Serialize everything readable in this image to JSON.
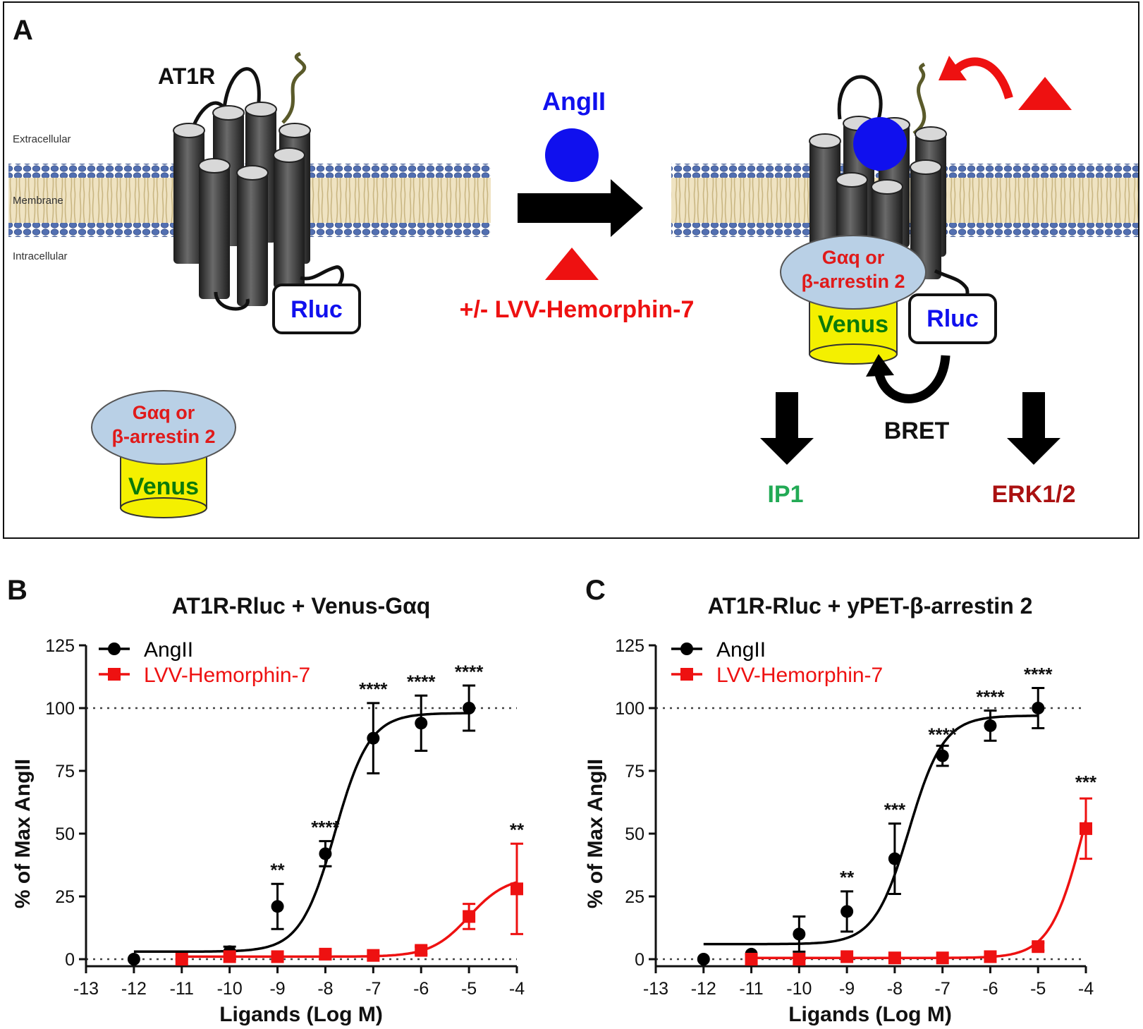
{
  "panel_a": {
    "letter": "A",
    "receptor": "AT1R",
    "extracellular": "Extracellular",
    "membrane": "Membrane",
    "intracellular": "Intracellular",
    "rluc": "Rluc",
    "transducer_line1": "Gαq or",
    "transducer_line2": "β-arrestin 2",
    "venus": "Venus",
    "agonist": "AngII",
    "modulator": "+/- LVV-Hemorphin-7",
    "bret": "BRET",
    "out1": "IP1",
    "out2": "ERK1/2",
    "colors": {
      "angii": "#1010ee",
      "lvv": "#ee1111",
      "venus_fill": "#f4f000",
      "venus_text": "#0a7a0a",
      "ip1": "#22aa55",
      "erk": "#aa1111",
      "transducer_fill": "#b9d0e6"
    }
  },
  "chart_data": [
    {
      "type": "line",
      "panel_label": "B",
      "title": "AT1R-Rluc + Venus-Gαq",
      "xlabel": "Ligands (Log M)",
      "ylabel": "% of Max AngII",
      "xlim": [
        -13,
        -4
      ],
      "ylim": [
        0,
        125
      ],
      "x_ticks": [
        -13,
        -12,
        -11,
        -10,
        -9,
        -8,
        -7,
        -6,
        -5,
        -4
      ],
      "y_ticks": [
        0,
        25,
        50,
        75,
        100,
        125
      ],
      "reference_lines": [
        0,
        100
      ],
      "legend_position": "top-left",
      "series": [
        {
          "name": "AngII",
          "color": "#000000",
          "marker": "circle",
          "x": [
            -12,
            -11,
            -10,
            -9,
            -8,
            -7,
            -6,
            -5
          ],
          "y": [
            0,
            0,
            3,
            21,
            42,
            88,
            94,
            100
          ],
          "err": [
            0,
            0,
            2,
            9,
            5,
            14,
            11,
            9
          ],
          "curve": {
            "bottom": 3,
            "top": 98,
            "logec50": -7.8,
            "hill": 1.2,
            "from": -12,
            "to": -5
          }
        },
        {
          "name": "LVV-Hemorphin-7",
          "color": "#ee1111",
          "marker": "square",
          "x": [
            -11,
            -10,
            -9,
            -8,
            -7,
            -6,
            -5,
            -4
          ],
          "y": [
            0,
            1,
            1,
            2,
            1.5,
            3.5,
            17,
            28
          ],
          "err": [
            0,
            0,
            0,
            0,
            0,
            1.5,
            5,
            18
          ],
          "curve": {
            "bottom": 1,
            "top": 33,
            "logec50": -5,
            "hill": 1.1,
            "from": -11,
            "to": -4
          }
        }
      ],
      "annotations": [
        {
          "x": -9,
          "label": "**",
          "y": 33
        },
        {
          "x": -8,
          "label": "****",
          "y": 50
        },
        {
          "x": -7,
          "label": "****",
          "y": 105
        },
        {
          "x": -6,
          "label": "****",
          "y": 108
        },
        {
          "x": -5,
          "label": "****",
          "y": 112
        },
        {
          "x": -4,
          "label": "**",
          "y": 49
        }
      ]
    },
    {
      "type": "line",
      "panel_label": "C",
      "title": "AT1R-Rluc + yPET-β-arrestin 2",
      "xlabel": "Ligands (Log M)",
      "ylabel": "% of Max AngII",
      "xlim": [
        -13,
        -4
      ],
      "ylim": [
        0,
        125
      ],
      "x_ticks": [
        -13,
        -12,
        -11,
        -10,
        -9,
        -8,
        -7,
        -6,
        -5,
        -4
      ],
      "y_ticks": [
        0,
        25,
        50,
        75,
        100,
        125
      ],
      "reference_lines": [
        0,
        100
      ],
      "legend_position": "top-left",
      "series": [
        {
          "name": "AngII",
          "color": "#000000",
          "marker": "circle",
          "x": [
            -12,
            -11,
            -10,
            -9,
            -8,
            -7,
            -6,
            -5
          ],
          "y": [
            0,
            2,
            10,
            19,
            40,
            81,
            93,
            100
          ],
          "err": [
            0,
            0,
            7,
            8,
            14,
            4,
            6,
            8
          ],
          "curve": {
            "bottom": 6,
            "top": 97,
            "logec50": -7.7,
            "hill": 1.2,
            "from": -12,
            "to": -5
          }
        },
        {
          "name": "LVV-Hemorphin-7",
          "color": "#ee1111",
          "marker": "square",
          "x": [
            -11,
            -10,
            -9,
            -8,
            -7,
            -6,
            -5,
            -4
          ],
          "y": [
            0,
            0,
            1,
            0.5,
            0.5,
            1,
            5,
            52
          ],
          "err": [
            0,
            0,
            0,
            0,
            0,
            0,
            1.5,
            12
          ],
          "curve": {
            "bottom": 0.5,
            "top": 110,
            "logec50": -4.0,
            "hill": 1.2,
            "from": -11,
            "to": -4
          }
        }
      ],
      "annotations": [
        {
          "x": -9,
          "label": "**",
          "y": 30
        },
        {
          "x": -8,
          "label": "***",
          "y": 57
        },
        {
          "x": -7,
          "label": "****",
          "y": 87
        },
        {
          "x": -6,
          "label": "****",
          "y": 102
        },
        {
          "x": -5,
          "label": "****",
          "y": 111
        },
        {
          "x": -4,
          "label": "***",
          "y": 68
        }
      ]
    }
  ]
}
